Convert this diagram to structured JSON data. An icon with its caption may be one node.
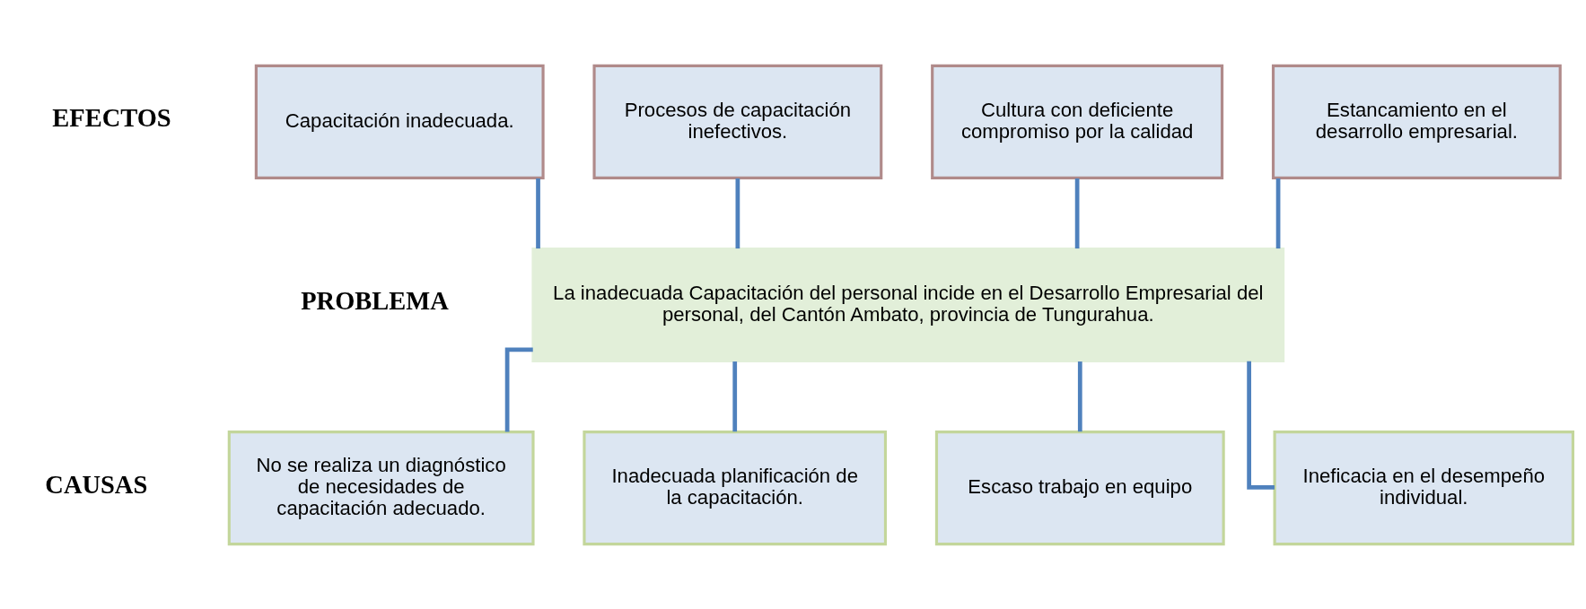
{
  "diagram": {
    "nodes": [
      {
        "text": [
          "Capacitación inadecuada."
        ]
      },
      {
        "text": [
          "Procesos de capacitación inefectivos."
        ]
      },
      {
        "text": [
          "Cultura con deficiente compromiso por la calidad"
        ]
      },
      {
        "text": [
          "Estancamiento en el desarrollo empresarial."
        ]
      },
      {
        "text": [
          "La inadecuada Capacitación del personal incide en el Desarrollo Empresarial del personal, del Cantón Ambato, provincia de Tungurahua."
        ]
      },
      {
        "text": [
          "No se realiza un diagnóstico de necesidades de capacitación adecuado."
        ]
      },
      {
        "text": [
          "Inadecuada planificación de la capacitación."
        ]
      },
      {
        "text": [
          "Escaso trabajo en equipo"
        ]
      },
      {
        "text": [
          "Ineficacia en el desempeño individual."
        ]
      }
    ],
    "edges": [
      {
        "from": 4,
        "to": 0,
        "arrow": "none"
      },
      {
        "from": 4,
        "to": 1,
        "arrow": "none"
      },
      {
        "from": 4,
        "to": 2,
        "arrow": "none"
      },
      {
        "from": 4,
        "to": 3,
        "arrow": "none"
      },
      {
        "from": 5,
        "to": 4,
        "arrow": "none"
      },
      {
        "from": 6,
        "to": 4,
        "arrow": "none"
      },
      {
        "from": 7,
        "to": 4,
        "arrow": "none"
      },
      {
        "from": 8,
        "to": 4,
        "arrow": "none"
      }
    ],
    "labels": [
      "EFECTOS",
      "PROBLEMA",
      "CAUSAS"
    ]
  }
}
